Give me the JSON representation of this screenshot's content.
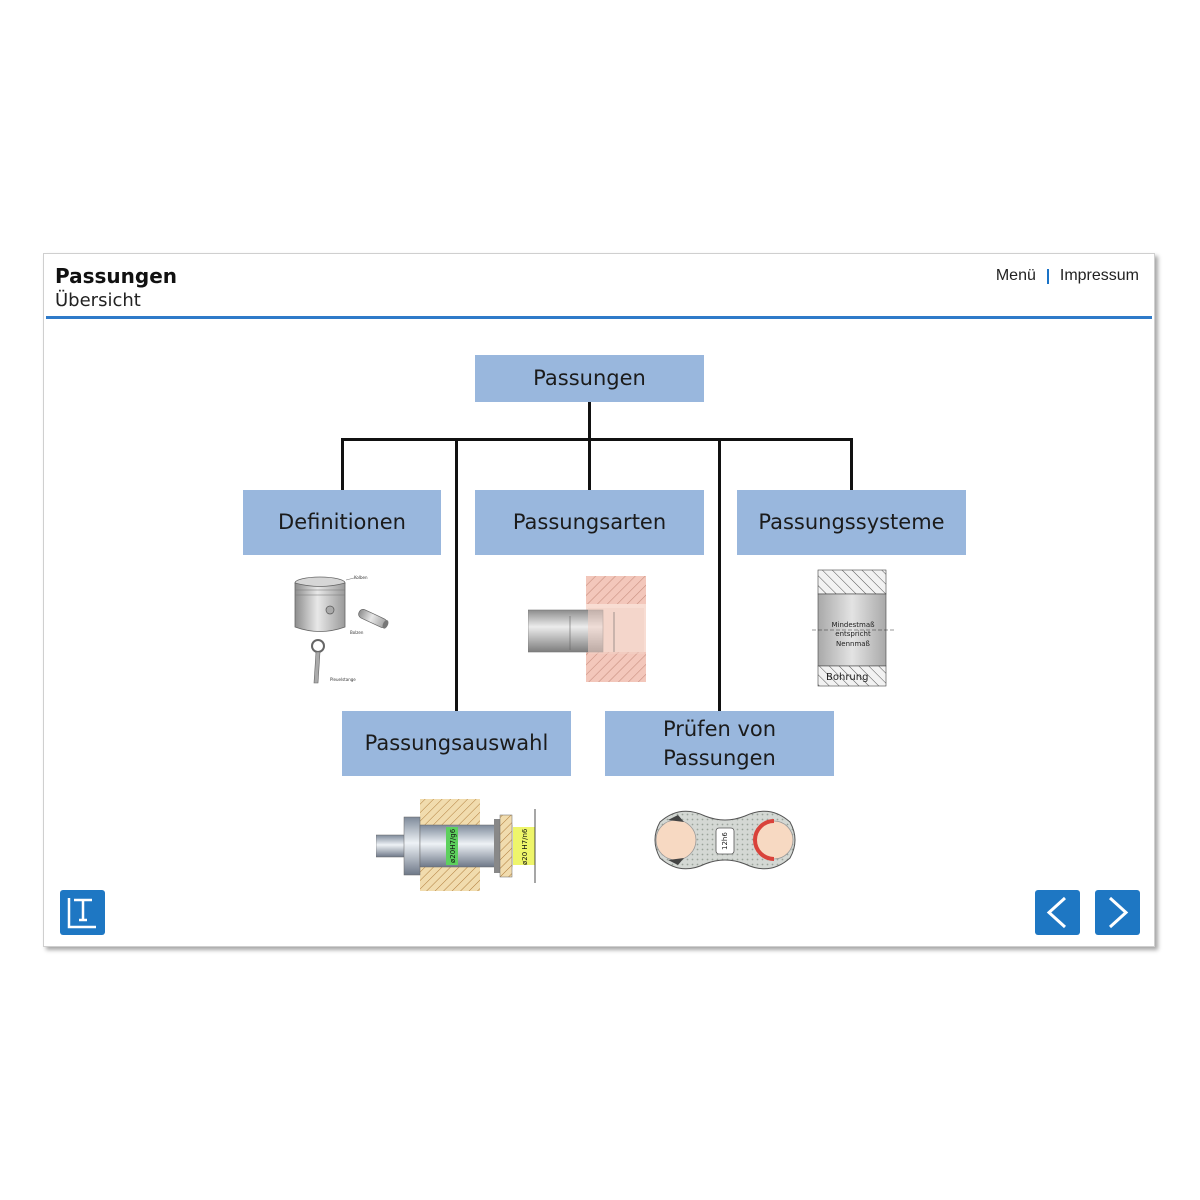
{
  "header": {
    "title": "Passungen",
    "subtitle": "Übersicht",
    "nav": {
      "menu_label": "Menü",
      "imprint_label": "Impressum"
    }
  },
  "diagram": {
    "root": "Passungen",
    "children": [
      {
        "label": "Definitionen",
        "illustration": "piston-pin-rod-illustration",
        "illustration_labels": [
          "Kolben",
          "Bolzen",
          "Pleuelstange"
        ]
      },
      {
        "label": "Passungsarten",
        "illustration": "shaft-in-bore-illustration"
      },
      {
        "label": "Passungssysteme",
        "illustration": "bore-section-illustration",
        "illustration_labels": [
          "Mindestmaß",
          "entspricht",
          "Nennmaß",
          "Bohrung"
        ]
      },
      {
        "label": "Passungsauswahl",
        "illustration": "shaft-assembly-illustration",
        "illustration_labels": [
          "ø20H7/g6",
          "ø20 H7/n6"
        ]
      },
      {
        "label_lines": [
          "Prüfen von",
          "Passungen"
        ],
        "illustration": "limit-gauge-illustration",
        "illustration_labels": [
          "12h6"
        ]
      }
    ]
  },
  "controls": {
    "logo_icon": "lt-logo-icon",
    "prev_icon": "chevron-left-icon",
    "next_icon": "chevron-right-icon"
  },
  "colors": {
    "accent": "#2e7ac9",
    "box_fill": "#99b7dd",
    "button": "#1e77c3"
  }
}
